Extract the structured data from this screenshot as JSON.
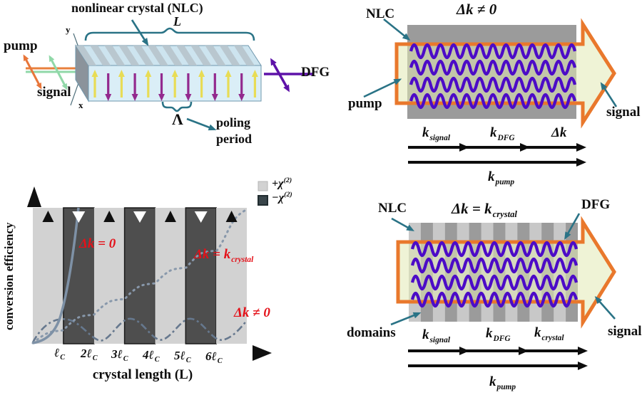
{
  "colors": {
    "teal_callout": "#2a7386",
    "red_label": "#e41119",
    "orange_beam": "#e9782c",
    "wave_purple": "#4c0bc7",
    "plot_light_band": "#d2d2d2",
    "plot_dark_band": "#4e4e4e",
    "crystal_blue": "#d9edf6",
    "arrowhead_green": "#e1e9b4"
  },
  "crystal3d": {
    "title": "nonlinear crystal (NLC)",
    "length": "L",
    "pump": "pump",
    "signal": "signal",
    "dfg": "DFG",
    "y_axis": "y",
    "x_axis": "x",
    "lambda": "Λ",
    "poling_1": "poling",
    "poling_2": "period"
  },
  "plot": {
    "ylabel": "conversion efficiency",
    "xlabel": "crystal length (L)",
    "xticks": [
      {
        "base": "ℓ",
        "sub": "C"
      },
      {
        "base": "2ℓ",
        "sub": "C"
      },
      {
        "base": "3ℓ",
        "sub": "C"
      },
      {
        "base": "4ℓ",
        "sub": "C"
      },
      {
        "base": "5ℓ",
        "sub": "C"
      },
      {
        "base": "6ℓ",
        "sub": "C"
      }
    ],
    "legend": [
      {
        "base": "+χ",
        "sup": "(2)"
      },
      {
        "base": "−χ",
        "sup": "(2)"
      }
    ],
    "labels": {
      "pm": "Δk = 0",
      "qpm_base": "Δk = k",
      "qpm_sub": "crystal",
      "npm": "Δk ≠ 0"
    }
  },
  "npm_panel": {
    "title": "Δk ≠ 0",
    "nlc": "NLC",
    "pump": "pump",
    "signal": "signal",
    "k_signal_base": "k",
    "k_signal_sub": "signal",
    "k_dfg_base": "k",
    "k_dfg_sub": "DFG",
    "dk": "Δk",
    "k_pump_base": "k",
    "k_pump_sub": "pump"
  },
  "qpm_panel": {
    "title_base": "Δk = k",
    "title_sub": "crystal",
    "nlc": "NLC",
    "dfg": "DFG",
    "domains": "domains",
    "signal": "signal",
    "k_signal_base": "k",
    "k_signal_sub": "signal",
    "k_dfg_base": "k",
    "k_dfg_sub": "DFG",
    "k_crystal_base": "k",
    "k_crystal_sub": "crystal",
    "k_pump_base": "k",
    "k_pump_sub": "pump"
  },
  "chart_data": {
    "type": "line",
    "title": "",
    "xlabel": "crystal length (L)",
    "ylabel": "conversion efficiency",
    "x_units": "coherence lengths ℓC",
    "x_ticks": [
      "ℓC",
      "2ℓC",
      "3ℓC",
      "4ℓC",
      "5ℓC",
      "6ℓC"
    ],
    "xlim": [
      0,
      7
    ],
    "ylim": [
      0,
      1
    ],
    "grid": false,
    "legend_position": "top-right",
    "legend_entries": [
      "+χ(2)",
      "−χ(2)"
    ],
    "background_bands": {
      "count": 7,
      "light": "+χ(2) domain",
      "dark": "−χ(2) domain",
      "band_width_x": 1
    },
    "series": [
      {
        "name": "Δk = 0",
        "style": "solid",
        "x": [
          0,
          0.5,
          1.0,
          1.3,
          1.5
        ],
        "y": [
          0.0,
          0.06,
          0.38,
          0.72,
          1.0
        ],
        "note": "quadratic growth, exits top of plot near 1.5 ℓC"
      },
      {
        "name": "Δk = kcrystal",
        "style": "dotted",
        "x": [
          0,
          1,
          2,
          3,
          4,
          5,
          6,
          7
        ],
        "y": [
          0.0,
          0.1,
          0.21,
          0.32,
          0.44,
          0.56,
          0.68,
          0.98
        ],
        "note": "stepwise quasi-phase-matched growth"
      },
      {
        "name": "Δk ≠ 0",
        "style": "dash-dot",
        "x": [
          0,
          1,
          2,
          3,
          4,
          5,
          6,
          7
        ],
        "y": [
          0.0,
          0.18,
          0.03,
          0.18,
          0.03,
          0.18,
          0.03,
          0.17
        ],
        "note": "oscillates with period 2ℓC, never grows"
      }
    ]
  }
}
